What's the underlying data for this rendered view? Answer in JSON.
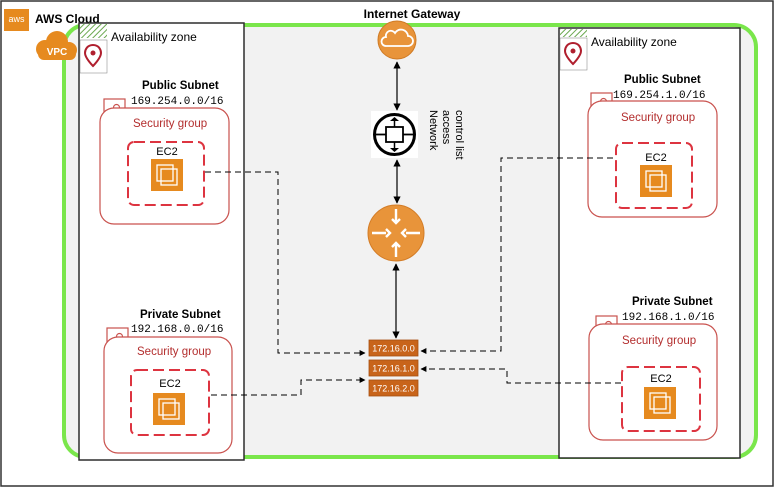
{
  "diagram": {
    "cloud_label": "AWS Cloud",
    "aws_icon_text": "aws",
    "vpc_label": "VPC",
    "internet_gateway_label": "Internet Gateway",
    "nacl_label_lines": [
      "Network",
      "access",
      "control list"
    ],
    "left_zone": {
      "title": "Availability zone",
      "public_subnet": {
        "title": "Public Subnet",
        "cidr": "169.254.0.0/16",
        "sg_label": "Security group",
        "ec2_label": "EC2"
      },
      "private_subnet": {
        "title": "Private Subnet",
        "cidr": "192.168.0.0/16",
        "sg_label": "Security group",
        "ec2_label": "EC2"
      }
    },
    "right_zone": {
      "title": "Availability zone",
      "public_subnet": {
        "title": "Public Subnet",
        "cidr": "169.254.1.0/16",
        "sg_label": "Security group",
        "ec2_label": "EC2"
      },
      "private_subnet": {
        "title": "Private Subnet",
        "cidr": "192.168.1.0/16",
        "sg_label": "Security group",
        "ec2_label": "EC2"
      }
    },
    "route_table": [
      "172.16.0.0",
      "172.16.1.0",
      "172.16.2.0"
    ],
    "colors": {
      "vpc_border": "#7ae64b",
      "subnet_border": "#c9524e",
      "sg_dash": "#dd3440",
      "ec2_fill": "#e68a1f",
      "router_fill": "#e8943a",
      "igw_fill": "#e8943a",
      "route_fill": "#c8641a",
      "zone_background": "#f2f2f2"
    }
  }
}
